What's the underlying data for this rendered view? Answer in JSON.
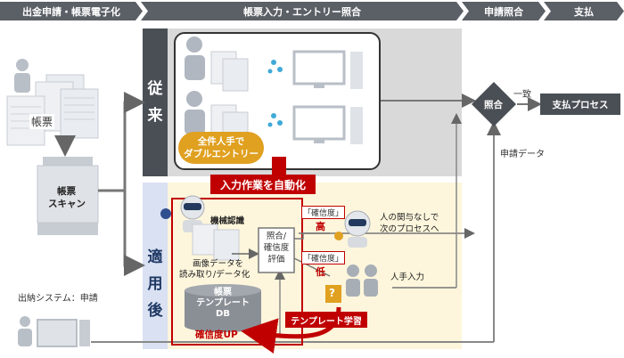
{
  "header": {
    "col1": "出金申請・帳票電子化",
    "col2": "帳票入力・エントリー照合",
    "col3": "申請照合",
    "col4": "支払"
  },
  "left": {
    "forms_label": "帳票",
    "scanner_label_1": "帳票",
    "scanner_label_2": "スキャン",
    "system_label": "出納システム：申請"
  },
  "conventional": {
    "side_label_1": "従",
    "side_label_2": "来",
    "badge_line1": "全件人手で",
    "badge_line2": "ダブルエントリー"
  },
  "after": {
    "side_label_1": "適",
    "side_label_2": "用",
    "side_label_3": "後",
    "automation_banner": "入力作業を自動化",
    "ocr_label": "機械認識",
    "read_line1": "画像データを",
    "read_line2": "読み取り/データ化",
    "db_line1": "帳票",
    "db_line2": "テンプレート",
    "db_line3": "DB",
    "confidence_up": "確信度UP",
    "check_line1": "照合/",
    "check_line2": "確信度",
    "check_line3": "評価",
    "high_tag": "「確信度」",
    "high_value": "高",
    "high_note1": "人の関与なしで",
    "high_note2": "次のプロセスへ",
    "low_tag": "「確信度」",
    "low_value": "低",
    "low_note": "人手入力",
    "template_learning": "テンプレート学習",
    "question_mark": "?"
  },
  "right": {
    "match_label": "照合",
    "match_yes": "一致",
    "pay_process": "支払プロセス",
    "application_data": "申請データ"
  },
  "colors": {
    "header_bg": "#5b5f66",
    "accent_red": "#c00000",
    "badge_orange": "#e0a020",
    "after_bg": "#fdf6dc",
    "conventional_bg": "#d9d9d9",
    "side_blue": "#d9e1f2"
  }
}
